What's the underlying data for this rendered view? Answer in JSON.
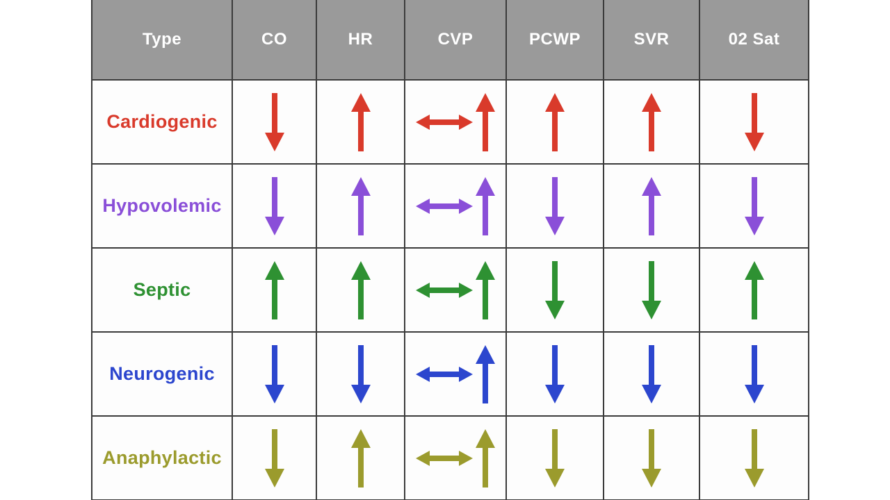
{
  "chart_data": {
    "type": "table",
    "columns": [
      "Type",
      "CO",
      "HR",
      "CVP",
      "PCWP",
      "SVR",
      "02 Sat"
    ],
    "rows": [
      {
        "label": "Cardiogenic",
        "color": "#d93a2b",
        "arrows": [
          "down",
          "up",
          "flat+up",
          "up",
          "up",
          "down"
        ]
      },
      {
        "label": "Hypovolemic",
        "color": "#8a4fd8",
        "arrows": [
          "down",
          "up",
          "flat+up",
          "down",
          "up",
          "down"
        ]
      },
      {
        "label": "Septic",
        "color": "#2e9132",
        "arrows": [
          "up",
          "up",
          "flat+up",
          "down",
          "down",
          "up"
        ]
      },
      {
        "label": "Neurogenic",
        "color": "#2c46ce",
        "arrows": [
          "down",
          "down",
          "flat+up",
          "down",
          "down",
          "down"
        ]
      },
      {
        "label": "Anaphylactic",
        "color": "#9b9b2d",
        "arrows": [
          "down",
          "up",
          "flat+up",
          "down",
          "down",
          "down"
        ]
      }
    ],
    "layout": {
      "grid": "on",
      "header_row": true,
      "last_row_clipped_at_bottom": true
    }
  },
  "theme": {
    "background": "#ffffff",
    "header_bg": "#9a9a9a",
    "header_text": "#ffffff",
    "border": "#3b3b3b"
  }
}
